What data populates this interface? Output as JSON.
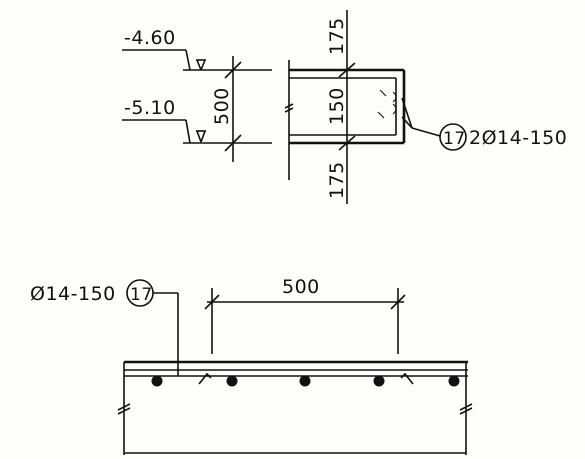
{
  "section": {
    "level_top": "-4.60",
    "level_bottom": "-5.10",
    "dim_wall_height": "500",
    "dim_top": "175",
    "dim_mid": "150",
    "dim_bottom": "175",
    "callout_number": "17",
    "callout_text": "2Ø14-150"
  },
  "plan": {
    "callout_text": "Ø14-150",
    "callout_number": "17",
    "dim_spacing": "500"
  }
}
